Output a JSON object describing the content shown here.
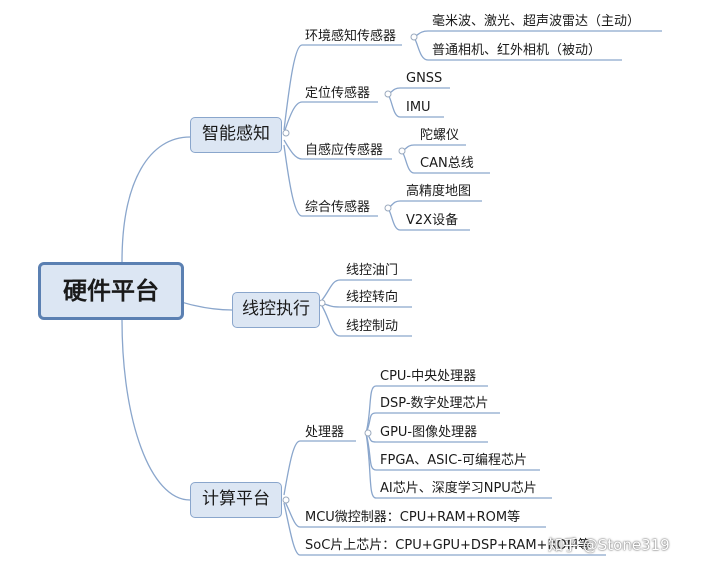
{
  "root": "硬件平台",
  "branches": [
    {
      "label": "智能感知",
      "children": [
        {
          "label": "环境感知传感器",
          "children": [
            "毫米波、激光、超声波雷达（主动）",
            "普通相机、红外相机（被动）"
          ]
        },
        {
          "label": "定位传感器",
          "children": [
            "GNSS",
            "IMU"
          ]
        },
        {
          "label": "自感应传感器",
          "children": [
            "陀螺仪",
            "CAN总线"
          ]
        },
        {
          "label": "综合传感器",
          "children": [
            "高精度地图",
            "V2X设备"
          ]
        }
      ]
    },
    {
      "label": "线控执行",
      "children": [
        "线控油门",
        "线控转向",
        "线控制动"
      ]
    },
    {
      "label": "计算平台",
      "children": [
        {
          "label": "处理器",
          "children": [
            "CPU-中央处理器",
            "DSP-数字处理芯片",
            "GPU-图像处理器",
            "FPGA、ASIC-可编程芯片",
            "AI芯片、深度学习NPU芯片"
          ]
        },
        "MCU微控制器：CPU+RAM+ROM等",
        "SoC片上芯片：CPU+GPU+DSP+RAM+ROM等"
      ]
    }
  ],
  "watermark": "知乎 @Stone319",
  "colors": {
    "line": "#8aa6cc",
    "node_fill": "#dce6f3",
    "root_border": "#5b80b2"
  }
}
